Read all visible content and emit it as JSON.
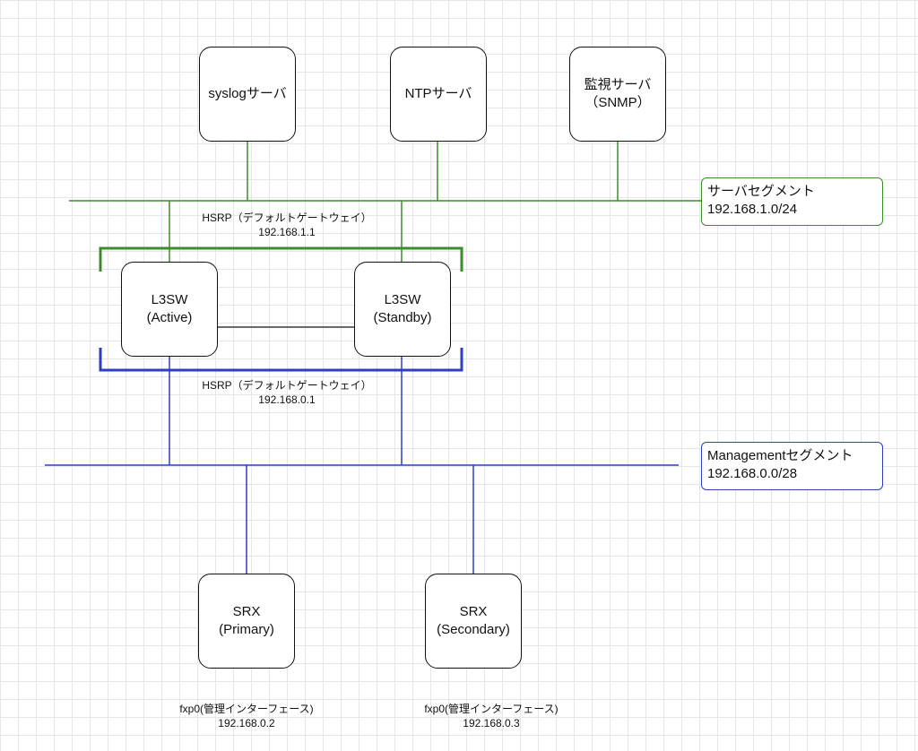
{
  "colors": {
    "server_segment": "#3c8c2c",
    "management_segment": "#2d3fc0",
    "peer_link": "#111111"
  },
  "servers": {
    "syslog": {
      "line1": "syslogサーバ"
    },
    "ntp": {
      "line1": "NTPサーバ"
    },
    "monitor": {
      "line1": "監視サーバ",
      "line2": "（SNMP）"
    }
  },
  "switches": {
    "active": {
      "line1": "L3SW",
      "line2": "(Active)"
    },
    "standby": {
      "line1": "L3SW",
      "line2": "(Standby)"
    }
  },
  "hsrp": {
    "server": {
      "line1": "HSRP（デフォルトゲートウェイ）",
      "line2": "192.168.1.1"
    },
    "management": {
      "line1": "HSRP（デフォルトゲートウェイ）",
      "line2": "192.168.0.1"
    }
  },
  "segments": {
    "server": {
      "line1": "サーバセグメント",
      "line2": "192.168.1.0/24"
    },
    "management": {
      "line1": "Managementセグメント",
      "line2": "192.168.0.0/28"
    }
  },
  "firewalls": {
    "primary": {
      "line1": "SRX",
      "line2": "(Primary)"
    },
    "secondary": {
      "line1": "SRX",
      "line2": "(Secondary)"
    }
  },
  "interfaces": {
    "primary": {
      "line1": "fxp0(管理インターフェース)",
      "line2": "192.168.0.2"
    },
    "secondary": {
      "line1": "fxp0(管理インターフェース)",
      "line2": "192.168.0.3"
    }
  }
}
